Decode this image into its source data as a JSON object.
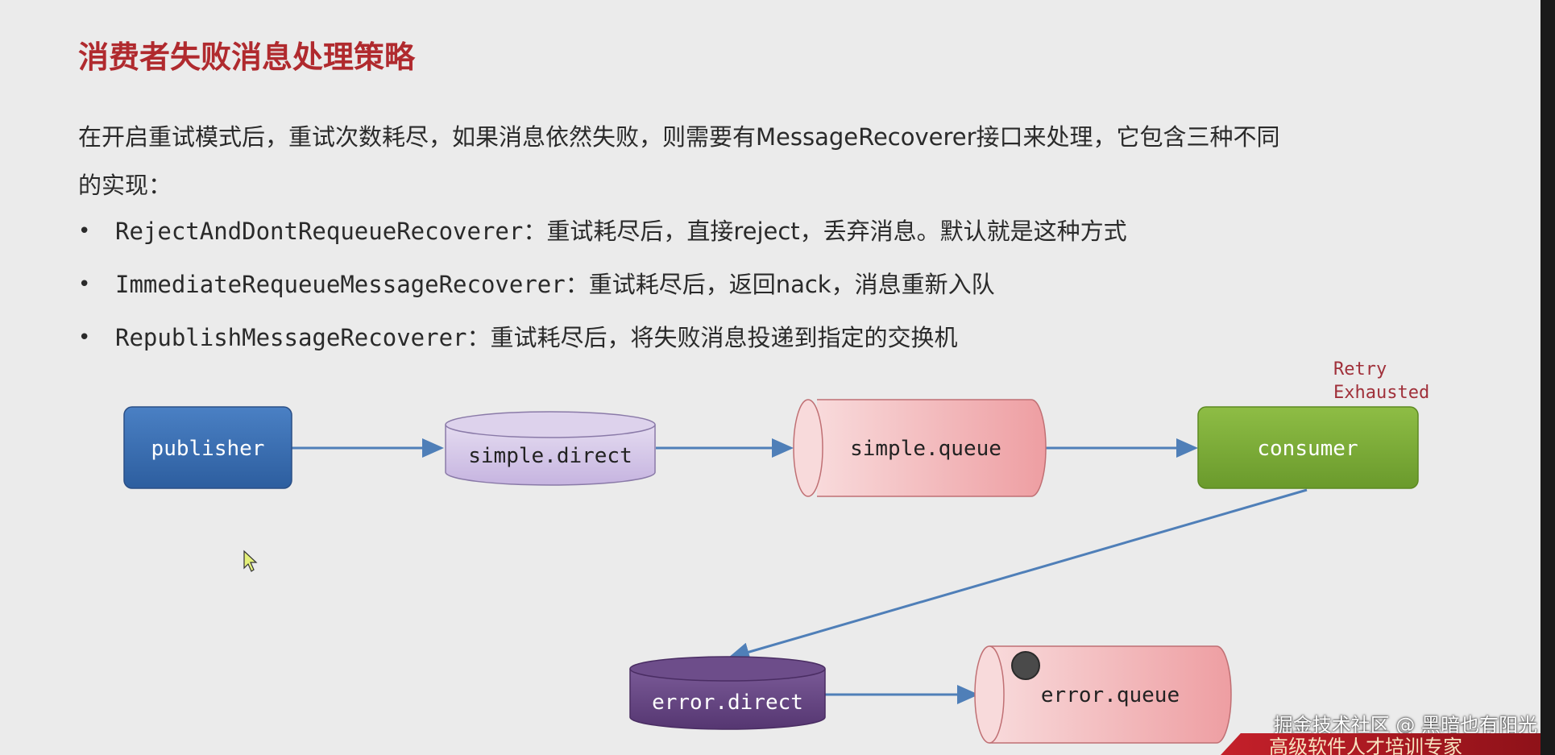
{
  "slide": {
    "title": "消费者失败消息处理策略",
    "intro_line1": "在开启重试模式后，重试次数耗尽，如果消息依然失败，则需要有MessageRecoverer接口来处理，它包含三种不同",
    "intro_line2": "的实现：",
    "bullets": [
      {
        "name": "RejectAndDontRequeueRecoverer",
        "desc": "：重试耗尽后，直接reject，丢弃消息。默认就是这种方式"
      },
      {
        "name": "ImmediateRequeueMessageRecoverer",
        "desc": "：重试耗尽后，返回nack，消息重新入队"
      },
      {
        "name": "RepublishMessageRecoverer",
        "desc": "：重试耗尽后，将失败消息投递到指定的交换机"
      }
    ]
  },
  "diagram": {
    "publisher": "publisher",
    "simple_direct": "simple.direct",
    "simple_queue": "simple.queue",
    "consumer": "consumer",
    "error_direct": "error.direct",
    "error_queue": "error.queue",
    "retry_line1": "Retry",
    "retry_line2": "Exhausted"
  },
  "overlay": {
    "watermark": "掘金技术社区 @ 黑暗也有阳光",
    "banner": "高级软件人才培训专家"
  },
  "colors": {
    "title": "#b02a2e",
    "publisher": "#3d6fb6",
    "exchange_simple": "#d4c6e8",
    "queue": "#f2b3b6",
    "consumer": "#7fae3a",
    "exchange_error": "#6a4a86",
    "arrow": "#4f7fb8"
  }
}
